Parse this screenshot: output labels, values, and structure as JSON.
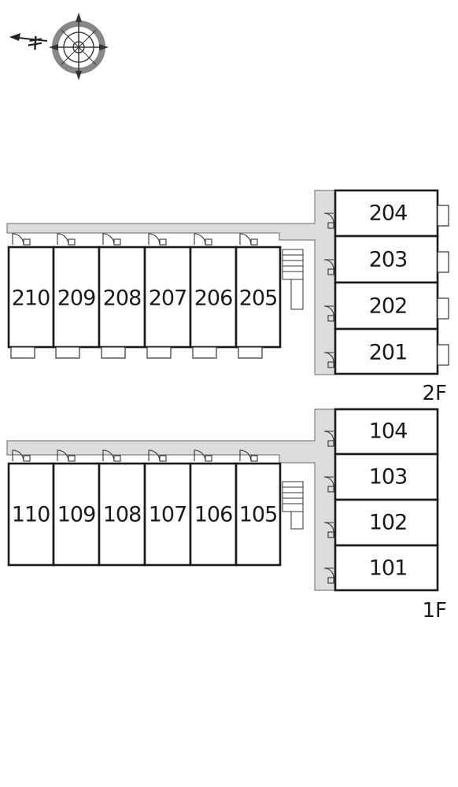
{
  "compass": {
    "glyph": "キ"
  },
  "floors": [
    {
      "label": "2F",
      "row_units": [
        "210",
        "209",
        "208",
        "207",
        "206",
        "205"
      ],
      "column_units": [
        "204",
        "203",
        "202",
        "201"
      ]
    },
    {
      "label": "1F",
      "row_units": [
        "110",
        "109",
        "108",
        "107",
        "106",
        "105"
      ],
      "column_units": [
        "104",
        "103",
        "102",
        "101"
      ]
    }
  ]
}
